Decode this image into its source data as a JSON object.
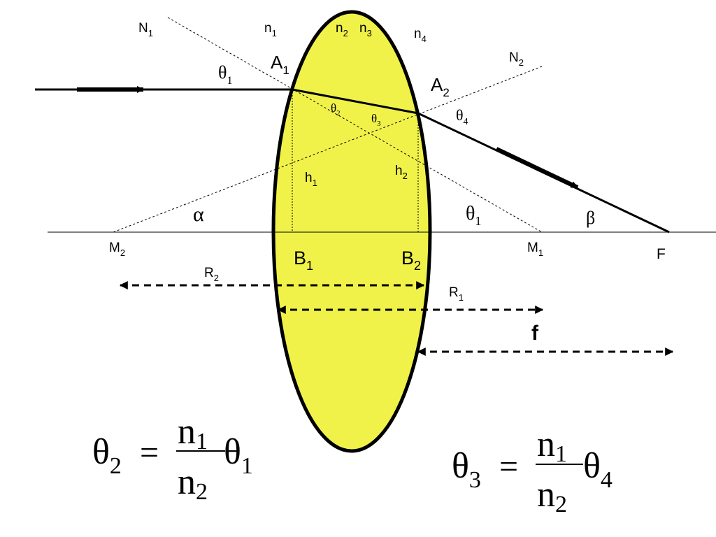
{
  "colors": {
    "lens_fill": "#f0f24a",
    "ink": "#000000",
    "background": "#ffffff"
  },
  "labels": {
    "N1": "N",
    "N1_sub": "1",
    "N2": "N",
    "N2_sub": "2",
    "n1": "n",
    "n1_sub": "1",
    "n2": "n",
    "n2_sub": "2",
    "n3": "n",
    "n3_sub": "3",
    "n4": "n",
    "n4_sub": "4",
    "A1": "A",
    "A1_sub": "1",
    "A2": "A",
    "A2_sub": "2",
    "theta1_top": "θ",
    "theta1_top_sub": "1",
    "theta2": "θ",
    "theta2_sub": "2",
    "theta3": "θ",
    "theta3_sub": "3",
    "theta4": "θ",
    "theta4_sub": "4",
    "h1": "h",
    "h1_sub": "1",
    "h2": "h",
    "h2_sub": "2",
    "alpha": "α",
    "theta1_bottom": "θ",
    "theta1_bottom_sub": "1",
    "beta": "β",
    "M2": "M",
    "M2_sub": "2",
    "M1": "M",
    "M1_sub": "1",
    "F": "F",
    "B1": "B",
    "B1_sub": "1",
    "B2": "B",
    "B2_sub": "2",
    "R2": "R",
    "R2_sub": "2",
    "R1": "R",
    "R1_sub": "1",
    "f": "f"
  },
  "equations": {
    "left": {
      "lhs": "θ",
      "lhs_sub": "2",
      "eq": "=",
      "num": "n",
      "num_sub": "1",
      "den": "n",
      "den_sub": "2",
      "rhs": "θ",
      "rhs_sub": "1"
    },
    "right": {
      "lhs": "θ",
      "lhs_sub": "3",
      "eq": "=",
      "num": "n",
      "num_sub": "1",
      "den": "n",
      "den_sub": "2",
      "rhs": "θ",
      "rhs_sub": "4"
    }
  }
}
